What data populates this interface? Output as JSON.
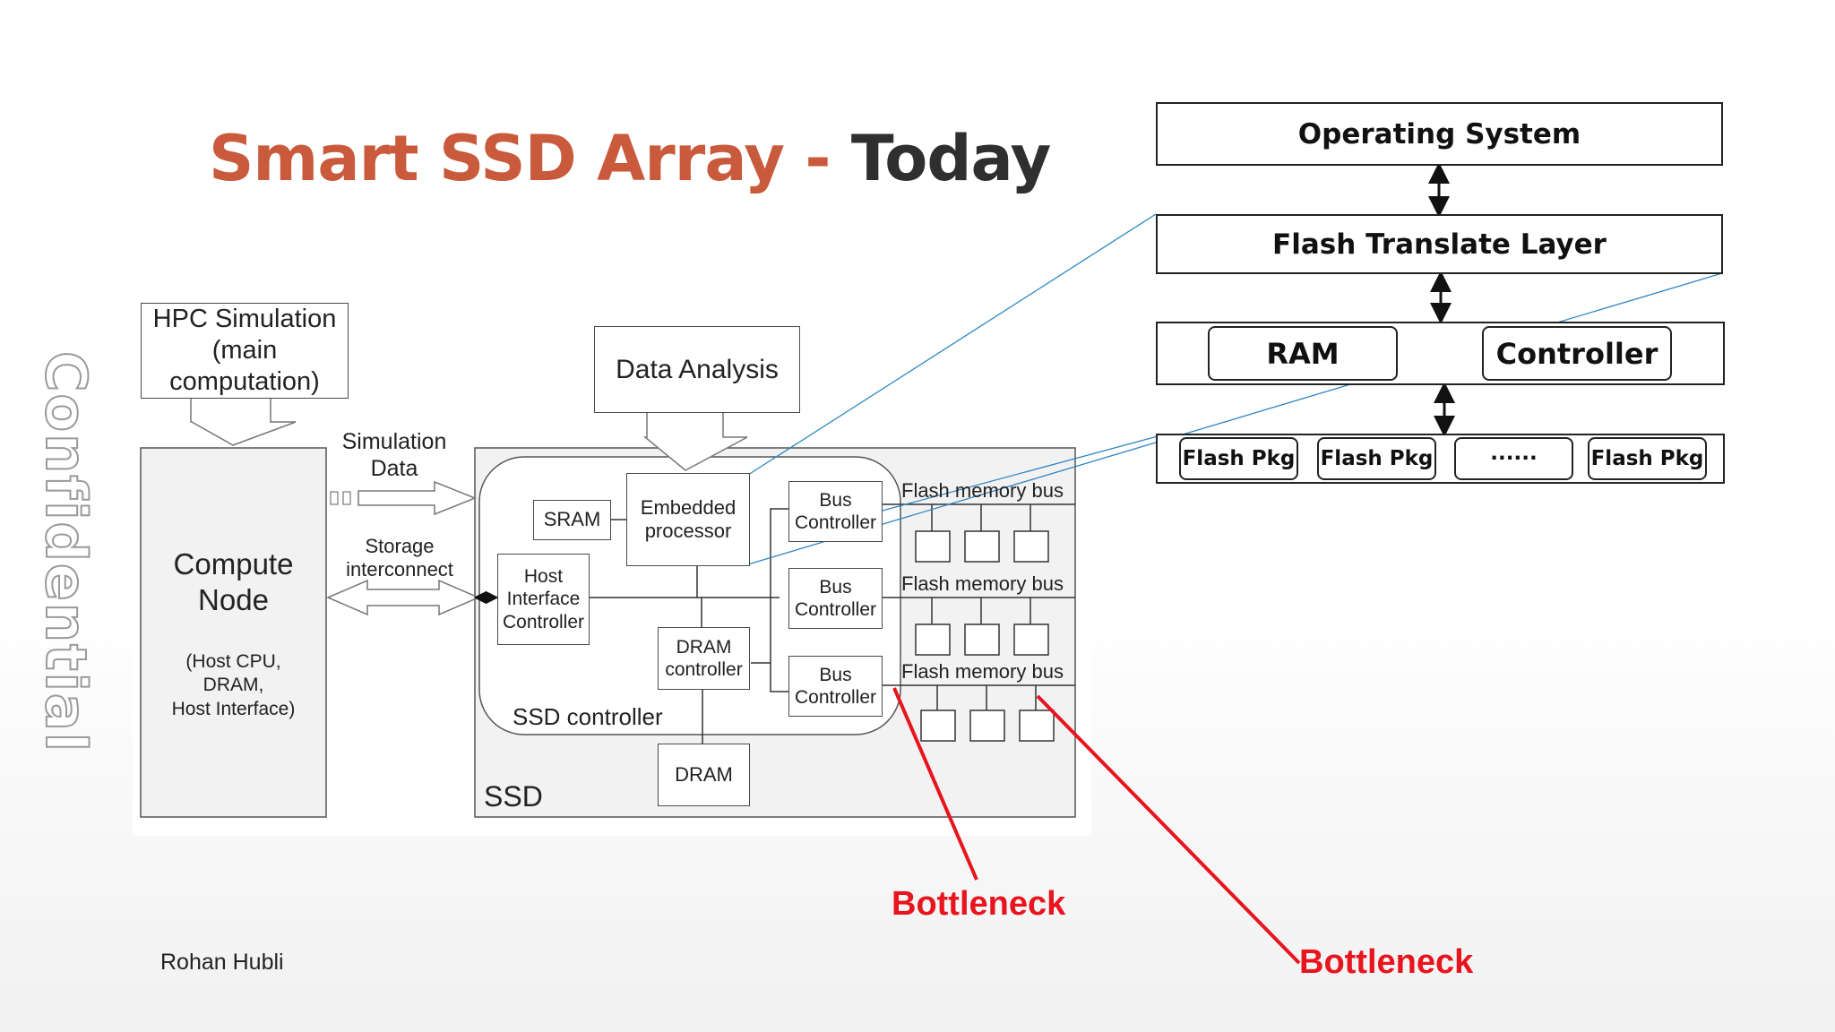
{
  "title": {
    "part1": "Smart SSD Array - ",
    "part2": "Today"
  },
  "watermark": "Confidential",
  "author": "Rohan Hubli",
  "bottleneck_labels": [
    "Bottleneck",
    "Bottleneck"
  ],
  "diagram": {
    "hpc_simulation": "HPC Simulation\n(main\ncomputation)",
    "data_analysis": "Data Analysis",
    "compute_node": {
      "title": "Compute\nNode",
      "detail": "(Host CPU,\nDRAM,\nHost Interface)"
    },
    "simulation_data": "Simulation\nData",
    "storage_interconnect": "Storage\ninterconnect",
    "sram": "SRAM",
    "embedded_processor": "Embedded\nprocessor",
    "host_interface_controller": "Host\nInterface\nController",
    "dram_controller": "DRAM\ncontroller",
    "ssd_controller": "SSD controller",
    "dram": "DRAM",
    "ssd": "SSD",
    "bus_controller": "Bus\nController",
    "flash_memory_bus": "Flash memory bus"
  },
  "stack": {
    "operating_system": "Operating System",
    "flash_translate_layer": "Flash Translate Layer",
    "ram": "RAM",
    "controller": "Controller",
    "flash_pkgs": [
      "Flash Pkg",
      "Flash Pkg",
      "......",
      "Flash Pkg"
    ]
  },
  "colors": {
    "title_accent": "#c95a3c",
    "title_dark": "#2f2f2f",
    "bottleneck": "#e8141e",
    "zoom_lines": "#2e86c1"
  }
}
